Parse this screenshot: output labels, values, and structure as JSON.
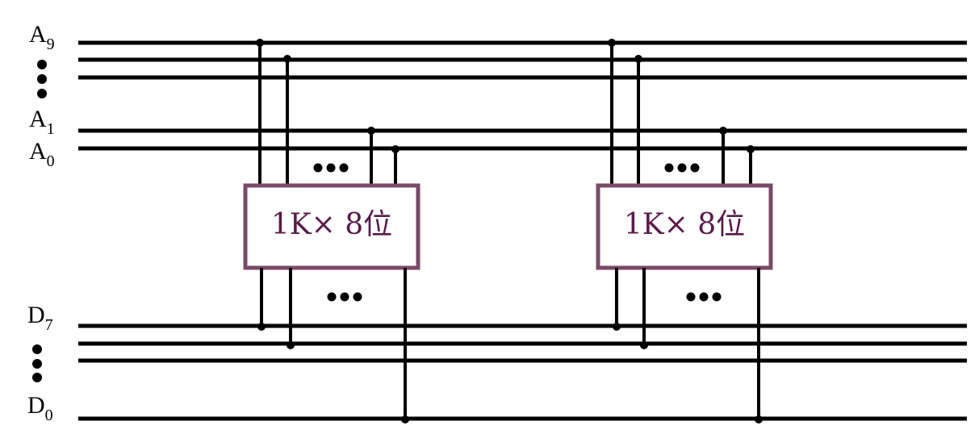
{
  "labels": {
    "a9": {
      "main": "A",
      "sub": "9"
    },
    "a1": {
      "main": "A",
      "sub": "1"
    },
    "a0": {
      "main": "A",
      "sub": "0"
    },
    "d7": {
      "main": "D",
      "sub": "7"
    },
    "d0": {
      "main": "D",
      "sub": "0"
    }
  },
  "chips": [
    {
      "label": "1K× 8位"
    },
    {
      "label": "1K× 8位"
    }
  ]
}
